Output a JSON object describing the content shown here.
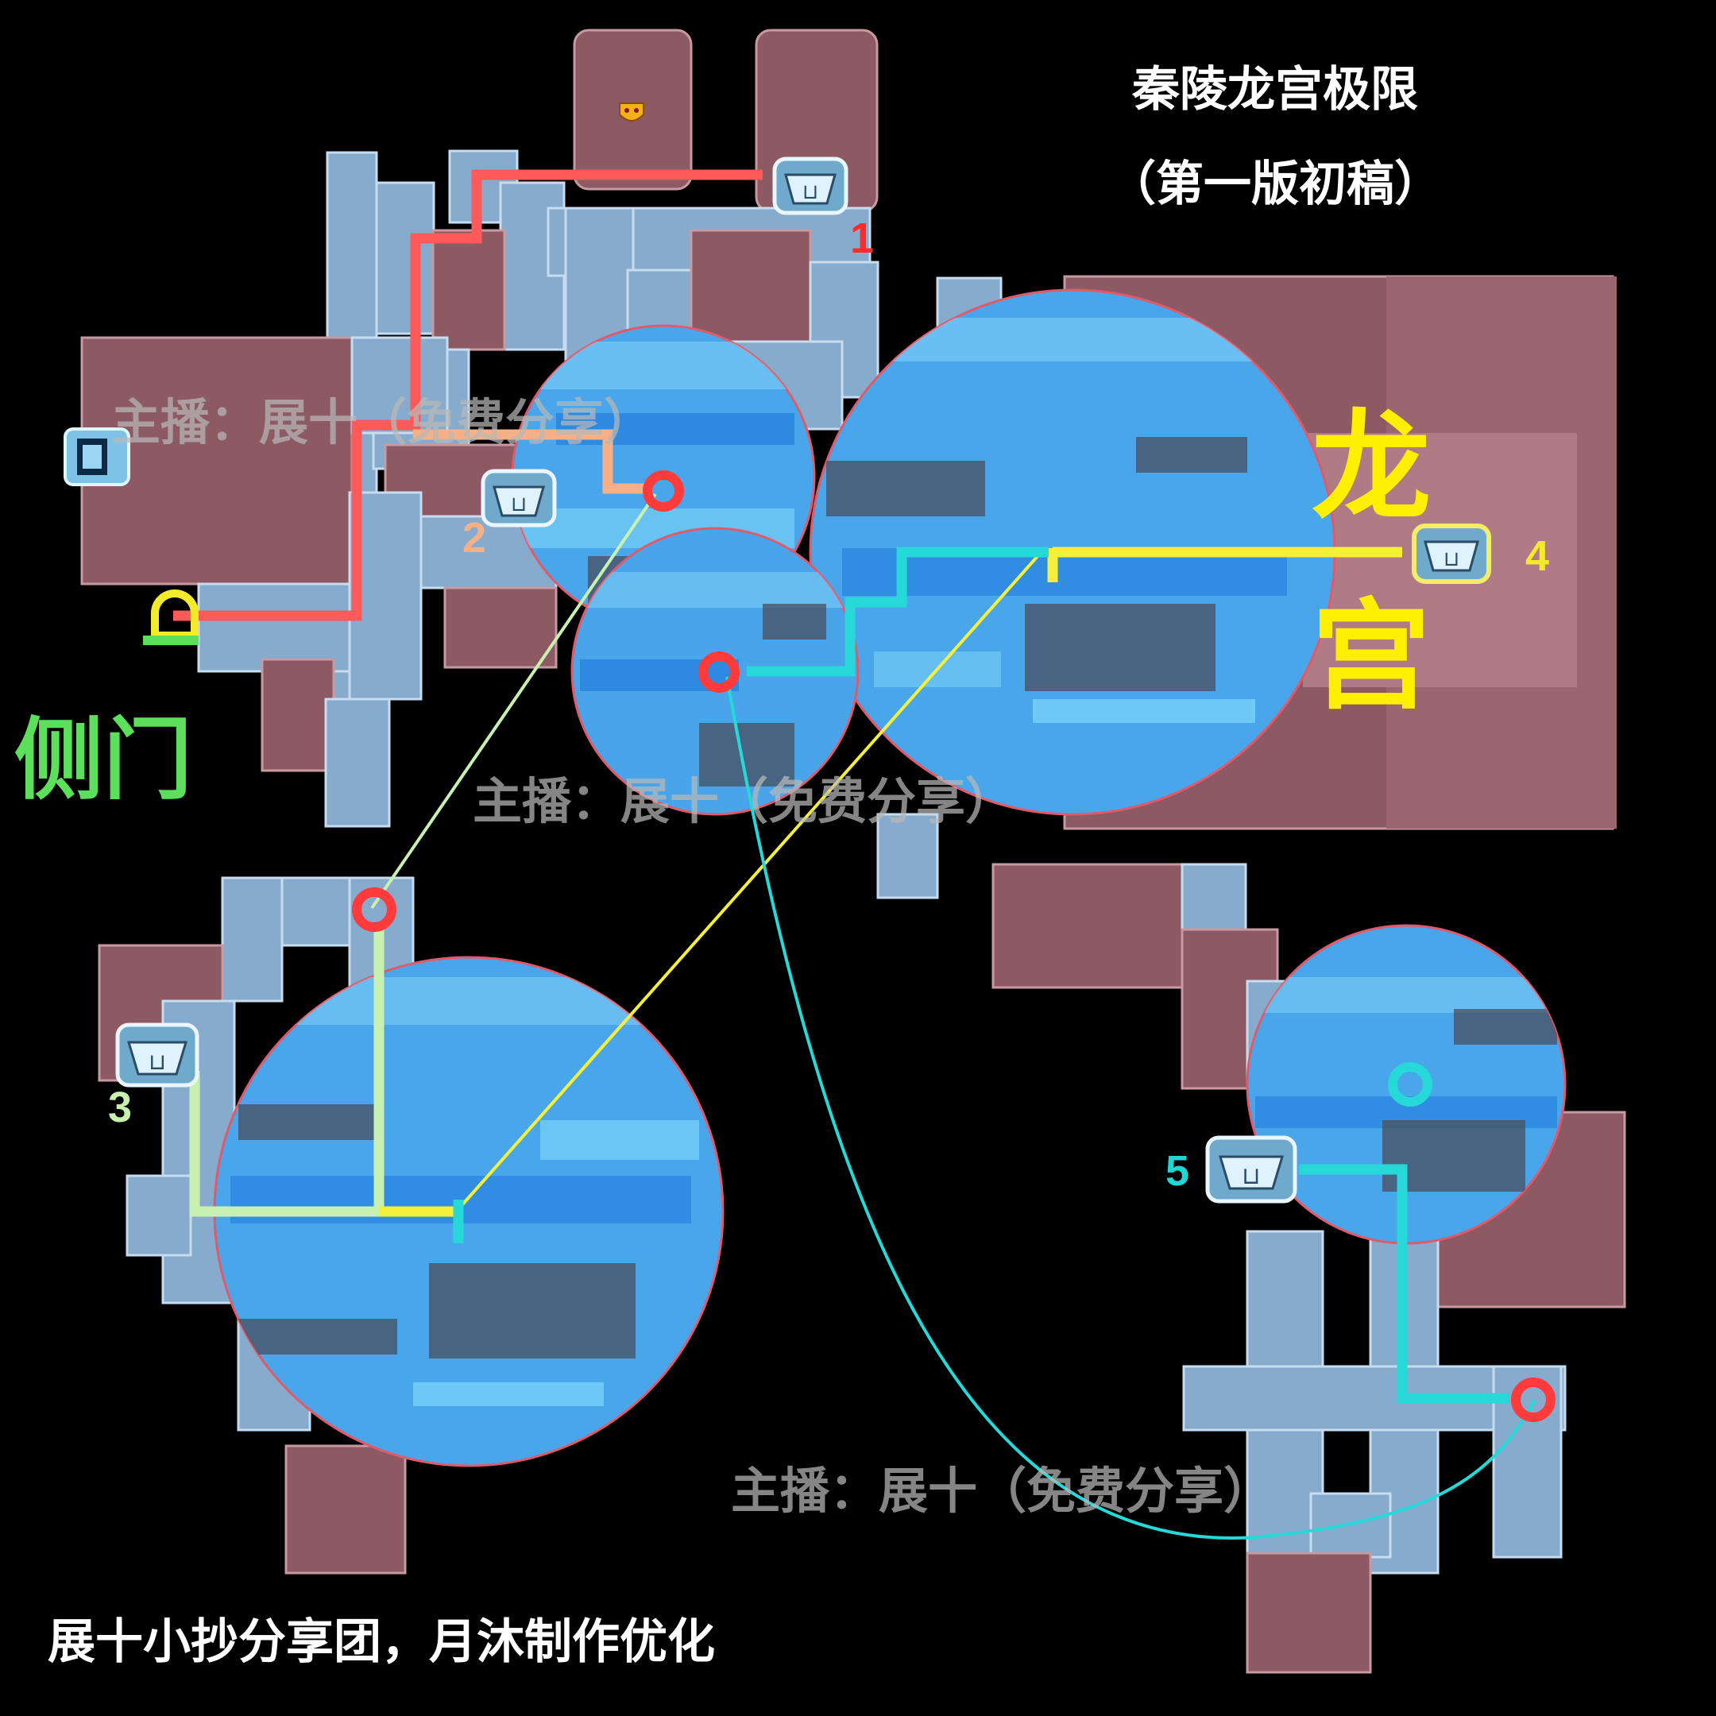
{
  "title": {
    "line1": "秦陵龙宫极限",
    "line2": "（第一版初稿）"
  },
  "labels": {
    "dragon_palace_char1": "龙",
    "dragon_palace_char2": "宫",
    "side_gate": "侧门"
  },
  "watermark": "主播：展十（免费分享）",
  "credit": "展十小抄分享团，月沐制作优化",
  "chests": [
    {
      "number": "1",
      "color": "#ff2a2a"
    },
    {
      "number": "2",
      "color": "#f5b088"
    },
    {
      "number": "3",
      "color": "#c8f0b0"
    },
    {
      "number": "4",
      "color": "#f2ea2a"
    },
    {
      "number": "5",
      "color": "#22d4d4"
    }
  ],
  "route_colors": {
    "route1": "#ff5a5a",
    "route2": "#f5b088",
    "route3": "#c8f0b0",
    "route4": "#f6ef3a",
    "route5": "#26d8d8",
    "side_gate_marker": "#f2ea2a",
    "side_gate_bar": "#5ce05c",
    "portal_marker": "#ff3b3b",
    "room_blue": "#86abcd",
    "hall_maroon": "#8d5a63"
  },
  "icons": [
    "chest-icon",
    "door-icon",
    "portal-marker-icon",
    "boss-mask-icon"
  ]
}
